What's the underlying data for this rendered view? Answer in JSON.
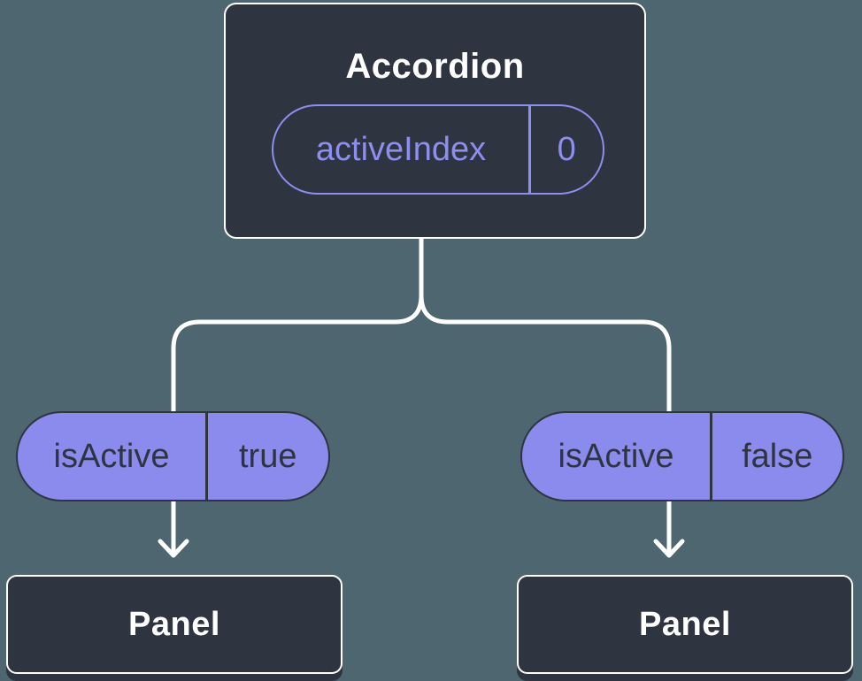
{
  "colors": {
    "background": "#4d6670",
    "node_fill": "#2e3440",
    "node_border": "#ffffff",
    "accent_purple": "#8c8ff0",
    "pill_fill": "#8a8bec",
    "pill_border": "#2e3440",
    "pill_text": "#2e3440",
    "connector": "#ffffff",
    "title_text": "#ffffff"
  },
  "tree": {
    "root": {
      "title": "Accordion",
      "state_pill": {
        "name": "activeIndex",
        "value": "0"
      }
    },
    "branches": [
      {
        "prop_pill": {
          "name": "isActive",
          "value": "true"
        },
        "child": {
          "title": "Panel"
        }
      },
      {
        "prop_pill": {
          "name": "isActive",
          "value": "false"
        },
        "child": {
          "title": "Panel"
        }
      }
    ]
  }
}
